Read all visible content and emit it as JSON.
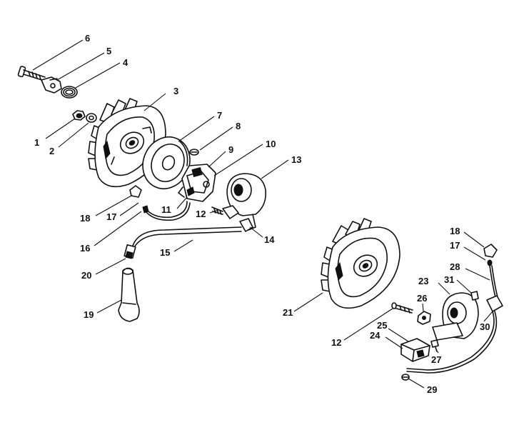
{
  "parts": [
    {
      "id": "p1",
      "label": "1"
    },
    {
      "id": "p2",
      "label": "2"
    },
    {
      "id": "p3",
      "label": "3"
    },
    {
      "id": "p4",
      "label": "4"
    },
    {
      "id": "p5",
      "label": "5"
    },
    {
      "id": "p6",
      "label": "6"
    },
    {
      "id": "p7",
      "label": "7"
    },
    {
      "id": "p8",
      "label": "8"
    },
    {
      "id": "p9",
      "label": "9"
    },
    {
      "id": "p10",
      "label": "10"
    },
    {
      "id": "p11",
      "label": "11"
    },
    {
      "id": "p12a",
      "label": "12"
    },
    {
      "id": "p13",
      "label": "13"
    },
    {
      "id": "p14",
      "label": "14"
    },
    {
      "id": "p15",
      "label": "15"
    },
    {
      "id": "p16",
      "label": "16"
    },
    {
      "id": "p17a",
      "label": "17"
    },
    {
      "id": "p18a",
      "label": "18"
    },
    {
      "id": "p19",
      "label": "19"
    },
    {
      "id": "p20",
      "label": "20"
    },
    {
      "id": "p21",
      "label": "21"
    },
    {
      "id": "p12b",
      "label": "12"
    },
    {
      "id": "p17b",
      "label": "17"
    },
    {
      "id": "p18b",
      "label": "18"
    },
    {
      "id": "p23",
      "label": "23"
    },
    {
      "id": "p24",
      "label": "24"
    },
    {
      "id": "p25",
      "label": "25"
    },
    {
      "id": "p26",
      "label": "26"
    },
    {
      "id": "p27",
      "label": "27"
    },
    {
      "id": "p28",
      "label": "28"
    },
    {
      "id": "p29",
      "label": "29"
    },
    {
      "id": "p30",
      "label": "30"
    },
    {
      "id": "p31",
      "label": "31"
    }
  ]
}
